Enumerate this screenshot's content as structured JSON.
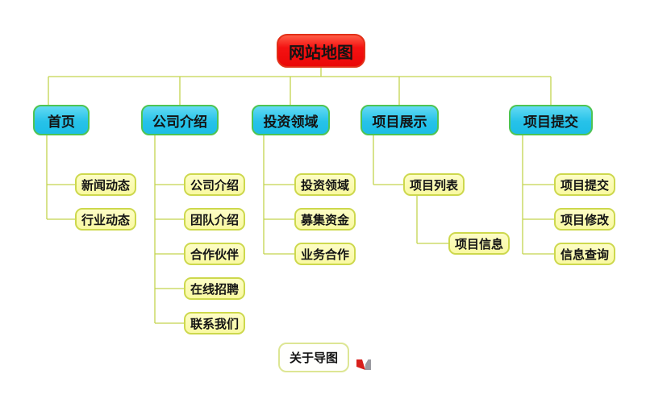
{
  "diagram": {
    "root": {
      "label": "网站地图"
    },
    "branches": [
      {
        "label": "首页",
        "children": [
          {
            "label": "新闻动态"
          },
          {
            "label": "行业动态"
          }
        ]
      },
      {
        "label": "公司介绍",
        "children": [
          {
            "label": "公司介绍"
          },
          {
            "label": "团队介绍"
          },
          {
            "label": "合作伙伴"
          },
          {
            "label": "在线招聘"
          },
          {
            "label": "联系我们"
          }
        ]
      },
      {
        "label": "投资领域",
        "children": [
          {
            "label": "投资领域"
          },
          {
            "label": "募集资金"
          },
          {
            "label": "业务合作"
          }
        ]
      },
      {
        "label": "项目展示",
        "children": [
          {
            "label": "项目列表",
            "children": [
              {
                "label": "项目信息"
              }
            ]
          }
        ]
      },
      {
        "label": "项目提交",
        "children": [
          {
            "label": "项目提交"
          },
          {
            "label": "项目修改"
          },
          {
            "label": "信息查询"
          }
        ]
      }
    ],
    "footer": {
      "about_label": "关于导图",
      "logo_icon": "mind-map-brand-logo"
    },
    "colors": {
      "root_fill": "#f41212",
      "root_border": "#e23018",
      "branch_fill": "#27c2e9",
      "branch_border": "#4fc453",
      "leaf_fill": "#f9f9a2",
      "leaf_border": "#cdd84d",
      "connector": "#c3d44e",
      "about_border": "#dde694",
      "logo_red": "#d8201c",
      "logo_gray": "#9a9aa0"
    }
  }
}
